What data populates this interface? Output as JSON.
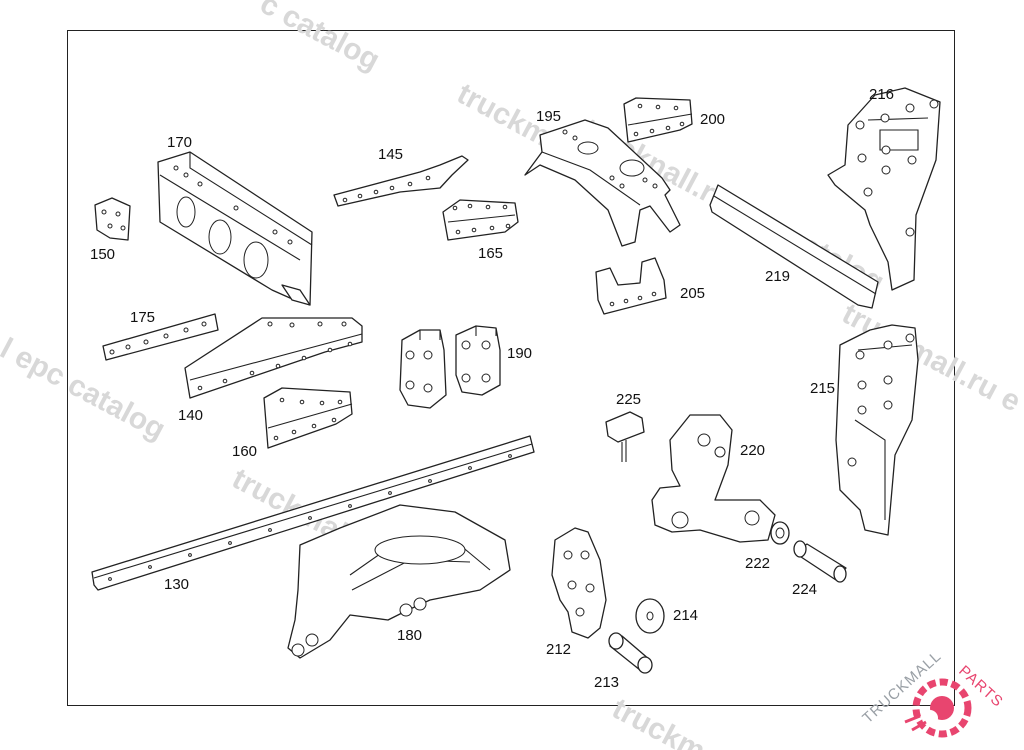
{
  "watermark": {
    "text_a": "c catalog",
    "text_b": "truckmall.",
    "text_c": "l epc catalog",
    "text_d": "trucknall.ru epc catalog",
    "text_e": "truckmall.ru e",
    "text_f": "truckm",
    "text_g": "truckmall.ru e",
    "text_h": "truckma"
  },
  "logo": {
    "text_main": "TRUCKMALL",
    "text_accent": "PARTS",
    "color_main": "#9aa0a6",
    "color_accent": "#e8456f"
  },
  "parts": {
    "p130": "130",
    "p140": "140",
    "p145": "145",
    "p150": "150",
    "p160": "160",
    "p165": "165",
    "p170": "170",
    "p175": "175",
    "p180": "180",
    "p190": "190",
    "p195": "195",
    "p200": "200",
    "p205": "205",
    "p212": "212",
    "p213": "213",
    "p214": "214",
    "p215": "215",
    "p216": "216",
    "p219": "219",
    "p220": "220",
    "p222": "222",
    "p224": "224",
    "p225": "225"
  }
}
